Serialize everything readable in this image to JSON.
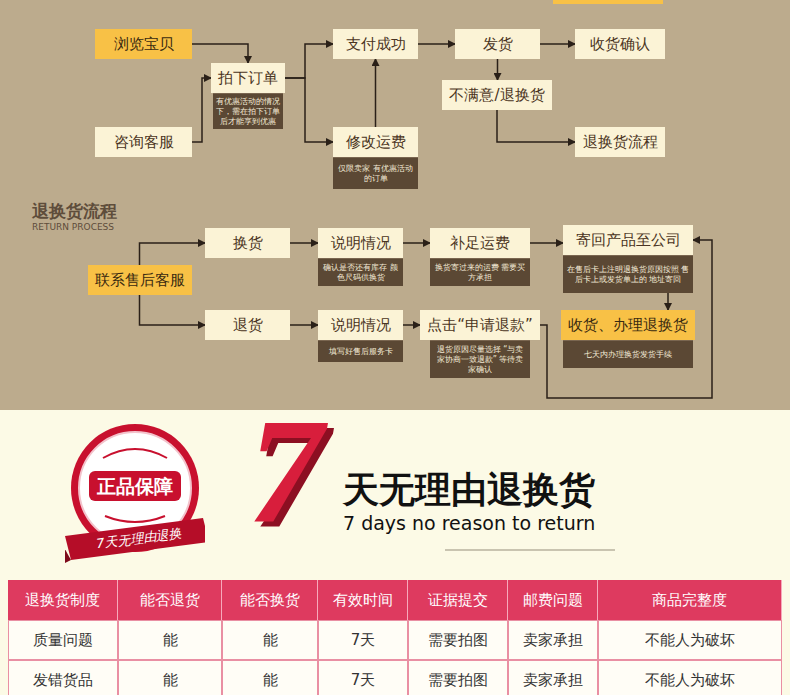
{
  "diagram": {
    "nodes": [
      {
        "text": [
          "浏览宝贝"
        ]
      },
      {
        "text": [
          "咨询客服"
        ]
      },
      {
        "text": [
          "拍下订单"
        ]
      },
      {
        "text": [
          "有优惠活动的情况下，需在拍下订单后才能享到优惠"
        ]
      },
      {
        "text": [
          "支付成功"
        ]
      },
      {
        "text": [
          "修改运费"
        ]
      },
      {
        "text": [
          "仅限卖家 有优惠活动的订单"
        ]
      },
      {
        "text": [
          "发货"
        ]
      },
      {
        "text": [
          "不满意/退换货"
        ]
      },
      {
        "text": [
          "收货确认"
        ]
      },
      {
        "text": [
          "退换货流程"
        ]
      },
      {
        "text": [
          "联系售后客服"
        ]
      },
      {
        "text": [
          "换货"
        ]
      },
      {
        "text": [
          "说明情况"
        ]
      },
      {
        "text": [
          "确认是否还有库存 颜色尺码供换货"
        ]
      },
      {
        "text": [
          "补足运费"
        ]
      },
      {
        "text": [
          "换货寄过来的运费 需要买方承担"
        ]
      },
      {
        "text": [
          "寄回产品至公司"
        ]
      },
      {
        "text": [
          "在售后卡上注明退换货原因按照 售后卡上或发货单上的 地址寄回"
        ]
      },
      {
        "text": [
          "退货"
        ]
      },
      {
        "text": [
          "说明情况"
        ]
      },
      {
        "text": [
          "填写好售后服务卡"
        ]
      },
      {
        "text": [
          "点击“申请退款”"
        ]
      },
      {
        "text": [
          "退货原因尽量选择 “与卖家协商一致退款” 等待卖家确认"
        ]
      },
      {
        "text": [
          "收货、办理退换货"
        ]
      },
      {
        "text": [
          "七天内办理换货发货手续"
        ]
      },
      {
        "text": [
          "正品保障",
          "7天无理由退换"
        ]
      }
    ],
    "edges": [
      {
        "from": 0,
        "to": 2,
        "arrow": "to"
      },
      {
        "from": 1,
        "to": 2,
        "arrow": "to"
      },
      {
        "from": 2,
        "to": 4,
        "arrow": "to"
      },
      {
        "from": 2,
        "to": 5,
        "arrow": "to"
      },
      {
        "from": 5,
        "to": 4,
        "arrow": "to"
      },
      {
        "from": 4,
        "to": 7,
        "arrow": "to"
      },
      {
        "from": 7,
        "to": 9,
        "arrow": "to"
      },
      {
        "from": 7,
        "to": 8,
        "arrow": "to"
      },
      {
        "from": 8,
        "to": 10,
        "arrow": "to"
      },
      {
        "from": 11,
        "to": 12,
        "arrow": "to"
      },
      {
        "from": 11,
        "to": 19,
        "arrow": "to"
      },
      {
        "from": 12,
        "to": 13,
        "arrow": "to"
      },
      {
        "from": 13,
        "to": 15,
        "arrow": "to"
      },
      {
        "from": 15,
        "to": 17,
        "arrow": "to"
      },
      {
        "from": 19,
        "to": 20,
        "arrow": "to"
      },
      {
        "from": 20,
        "to": 22,
        "arrow": "to"
      },
      {
        "from": 22,
        "to": 17,
        "arrow": "to"
      },
      {
        "from": 18,
        "to": 24,
        "arrow": "to"
      }
    ],
    "labels": [
      "退换货流程",
      "RETURN PROCESS",
      "7",
      "天无理由退换货",
      "7 days no reason to return",
      "退换货制度",
      "能否退货",
      "能否换货",
      "有效时间",
      "证据提交",
      "邮费问题",
      "商品完整度",
      "质量问题",
      "能",
      "能",
      "7天",
      "需要拍图",
      "卖家承担",
      "不能人为破坏",
      "发错货品",
      "能",
      "能",
      "7天",
      "需要拍图",
      "卖家承担",
      "不能人为破坏"
    ]
  }
}
